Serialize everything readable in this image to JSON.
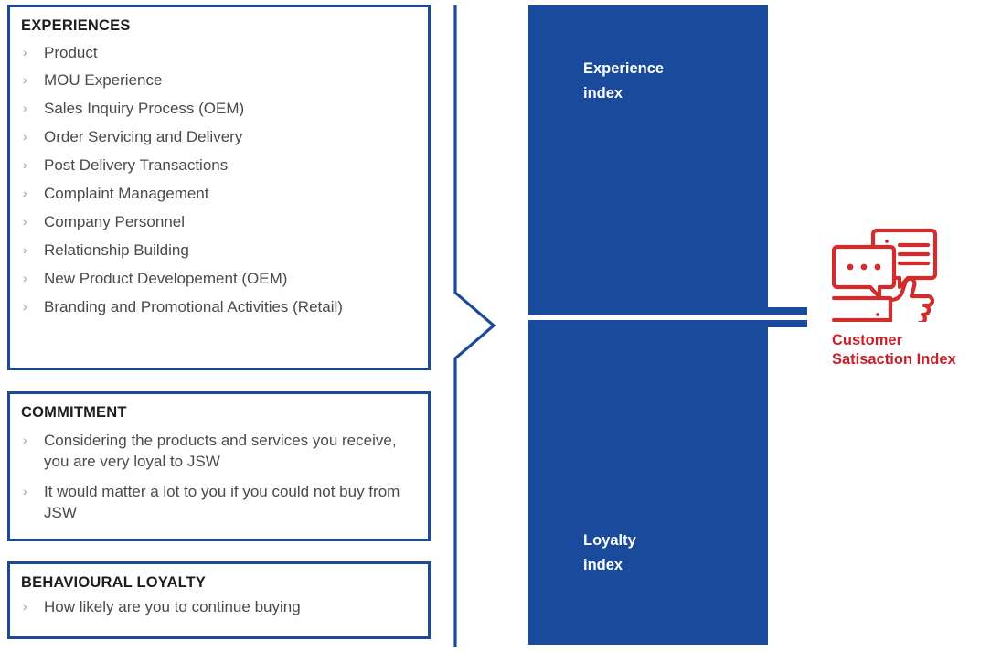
{
  "colors": {
    "blue": "#1a4a9c",
    "blue_border": "#1a4a9c",
    "red": "#c8202a",
    "icon_red": "#d22d2d",
    "text_body": "#4a4a4a",
    "text_heading": "#1d1d1d",
    "bullet_chevron": "#9a9a9a",
    "white": "#ffffff"
  },
  "panels": [
    {
      "id": "experiences",
      "title": "EXPERIENCES",
      "items": [
        "Product",
        "MOU Experience",
        "Sales Inquiry Process (OEM)",
        "Order Servicing and Delivery",
        "Post Delivery Transactions",
        "Complaint Management",
        "Company Personnel",
        "Relationship Building",
        "New Product Developement (OEM)",
        "Branding and Promotional Activities (Retail)"
      ]
    },
    {
      "id": "commitment",
      "title": "COMMITMENT",
      "items": [
        "Considering the products and services you receive, you are very loyal to JSW",
        "It would matter a lot to you if you could not buy from JSW"
      ]
    },
    {
      "id": "behavioural_loyalty",
      "title": "BEHAVIOURAL LOYALTY",
      "items": [
        "How likely are you to continue buying"
      ]
    }
  ],
  "bullet_glyph": "›",
  "indices": {
    "experience": "Experience\nindex",
    "loyalty": "Loyalty\nindex"
  },
  "outcome": {
    "icon_name": "speech-bubbles-thumbs-up-icon",
    "caption_line1": "Customer",
    "caption_line2": "Satisaction Index",
    "caption": "Customer\nSatisaction Index"
  },
  "connector": {
    "name": "chevron-connector",
    "description": "vertical line with right-pointing chevron bend"
  },
  "arrow": {
    "name": "right-arrow-head",
    "description": "blue arrow head pointing right, split by white gap"
  }
}
